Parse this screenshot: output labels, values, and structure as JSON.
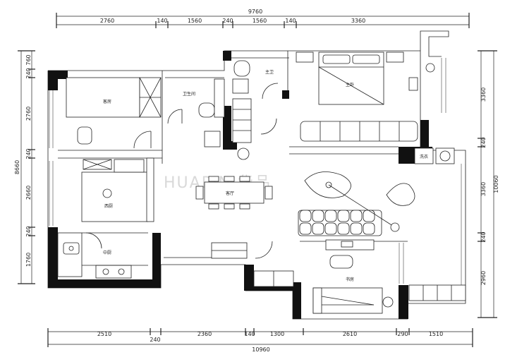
{
  "dimensions": {
    "top_total": "9760",
    "top_segments": [
      "2760",
      "140",
      "1560",
      "240",
      "1560",
      "140",
      "3360"
    ],
    "bottom_segments": [
      "2510",
      "2360",
      "140",
      "1300",
      "2610",
      "290",
      "1510"
    ],
    "bottom_sub": "240",
    "bottom_total": "10960",
    "left_segments": [
      "760",
      "240",
      "2760",
      "240",
      "2660",
      "240",
      "1760"
    ],
    "left_total": "8660",
    "right_segments": [
      "3360",
      "240",
      "3360",
      "240",
      "2960"
    ],
    "right_total": "10060"
  },
  "rooms": {
    "guest_bedroom": "客房",
    "guest_bathroom": "卫生间",
    "master_bathroom": "主卫",
    "master_bedroom": "主卧",
    "living_dining": "客厅",
    "western_kitchen": "西厨",
    "chinese_kitchen": "中厨",
    "study": "书房",
    "laundry": "洗衣"
  },
  "watermark": "HUAPIN 华品"
}
